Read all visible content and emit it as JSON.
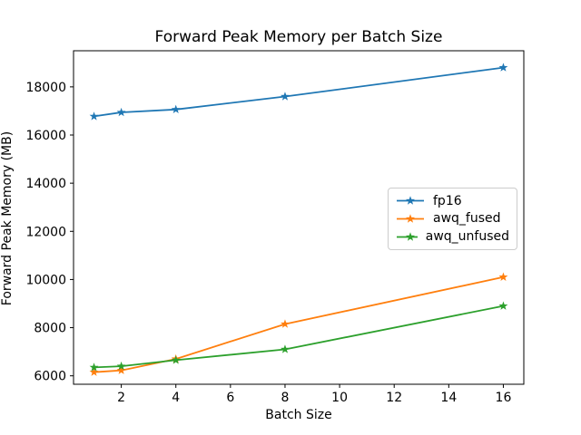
{
  "chart_data": {
    "type": "line",
    "title": "Forward Peak Memory per Batch Size",
    "xlabel": "Batch Size",
    "ylabel": "Forward Peak Memory (MB)",
    "x": [
      1,
      2,
      4,
      8,
      16
    ],
    "series": [
      {
        "name": "fp16",
        "color": "#1f77b4",
        "marker": "star",
        "values": [
          16775,
          16940,
          17060,
          17600,
          18800
        ]
      },
      {
        "name": "awq_fused",
        "color": "#ff7f0e",
        "marker": "star",
        "values": [
          6150,
          6225,
          6700,
          8150,
          10100
        ]
      },
      {
        "name": "awq_unfused",
        "color": "#2ca02c",
        "marker": "star",
        "values": [
          6350,
          6400,
          6650,
          7100,
          8900
        ]
      }
    ],
    "xticks": [
      2,
      4,
      6,
      8,
      10,
      12,
      14,
      16
    ],
    "yticks": [
      6000,
      8000,
      10000,
      12000,
      14000,
      16000,
      18000
    ],
    "xlim": [
      0.25,
      16.75
    ],
    "ylim": [
      5650,
      19500
    ],
    "grid": false,
    "legend_position": "center-right-inside",
    "frame_color": "#000000",
    "background_color": "#ffffff"
  }
}
